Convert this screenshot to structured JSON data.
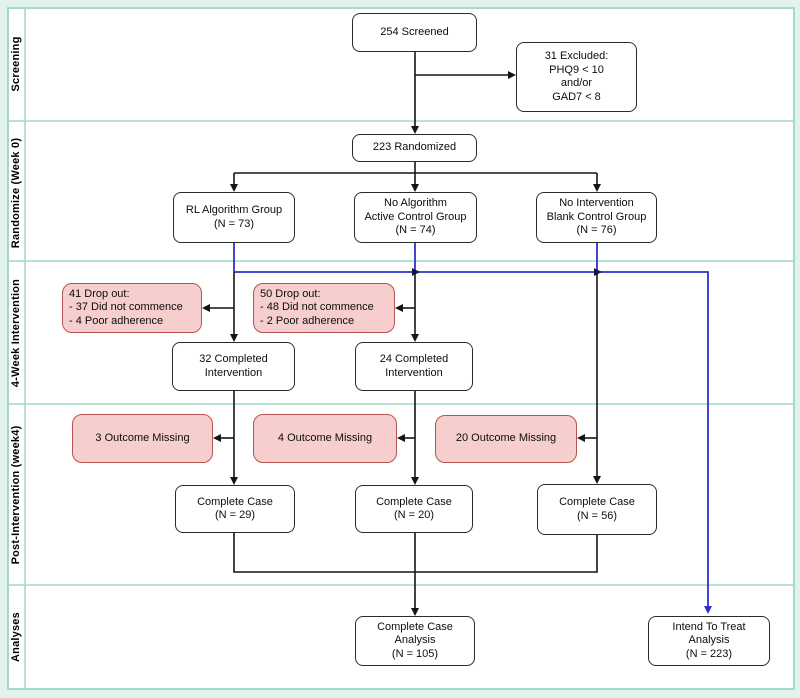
{
  "figure": {
    "type": "consort-flow-diagram"
  },
  "colors": {
    "page_background": "#e2f3ec",
    "lane_border": "#a3dcc4",
    "box_border": "#2b2b2b",
    "highlight_fill": "#f5cecd",
    "highlight_border": "#b85450",
    "itt_path_blue": "#3030cf",
    "connector_black": "#151515"
  },
  "lanes": [
    {
      "id": "screening",
      "label": "Screening"
    },
    {
      "id": "randomize-week-0",
      "label": "Randomize (Week 0)"
    },
    {
      "id": "4-week-intervention",
      "label": "4-Week Intervention"
    },
    {
      "id": "post-intervention-week4",
      "label": "Post-Intervention (week4)"
    },
    {
      "id": "analyses",
      "label": "Analyses"
    }
  ],
  "nodes": [
    {
      "id": "screened",
      "kind": "plain",
      "lines": [
        "254 Screened"
      ]
    },
    {
      "id": "excluded",
      "kind": "plain",
      "lines": [
        "31 Excluded:",
        "PHQ9 < 10",
        "and/or",
        "GAD7 < 8"
      ]
    },
    {
      "id": "randomized",
      "kind": "plain",
      "lines": [
        "223 Randomized"
      ]
    },
    {
      "id": "group-rl",
      "kind": "plain",
      "lines": [
        "RL Algorithm Group",
        "(N = 73)"
      ]
    },
    {
      "id": "group-active-control",
      "kind": "plain",
      "lines": [
        "No Algorithm",
        "Active Control Group",
        "(N = 74)"
      ]
    },
    {
      "id": "group-blank-control",
      "kind": "plain",
      "lines": [
        "No Intervention",
        "Blank Control Group",
        "(N = 76)"
      ]
    },
    {
      "id": "dropout-rl",
      "kind": "pink-left",
      "lines": [
        "41 Drop out:",
        "- 37 Did not commence",
        "- 4 Poor adherence"
      ]
    },
    {
      "id": "dropout-active",
      "kind": "pink-left",
      "lines": [
        "50 Drop out:",
        "- 48 Did not commence",
        "- 2 Poor adherence"
      ]
    },
    {
      "id": "completed-rl",
      "kind": "plain",
      "lines": [
        "32 Completed",
        "Intervention"
      ]
    },
    {
      "id": "completed-active",
      "kind": "plain",
      "lines": [
        "24 Completed",
        "Intervention"
      ]
    },
    {
      "id": "outcome-missing-rl",
      "kind": "pink",
      "lines": [
        "3 Outcome Missing"
      ]
    },
    {
      "id": "outcome-missing-active",
      "kind": "pink",
      "lines": [
        "4 Outcome Missing"
      ]
    },
    {
      "id": "outcome-missing-blank",
      "kind": "pink",
      "lines": [
        "20 Outcome Missing"
      ]
    },
    {
      "id": "complete-case-rl",
      "kind": "plain",
      "lines": [
        "Complete Case",
        "(N = 29)"
      ]
    },
    {
      "id": "complete-case-active",
      "kind": "plain",
      "lines": [
        "Complete Case",
        "(N = 20)"
      ]
    },
    {
      "id": "complete-case-blank",
      "kind": "plain",
      "lines": [
        "Complete Case",
        "(N = 56)"
      ]
    },
    {
      "id": "complete-case-analysis",
      "kind": "plain",
      "lines": [
        "Complete Case",
        "Analysis",
        "(N = 105)"
      ]
    },
    {
      "id": "intend-to-treat",
      "kind": "plain",
      "lines": [
        "Intend To Treat",
        "Analysis",
        "(N = 223)"
      ]
    }
  ]
}
